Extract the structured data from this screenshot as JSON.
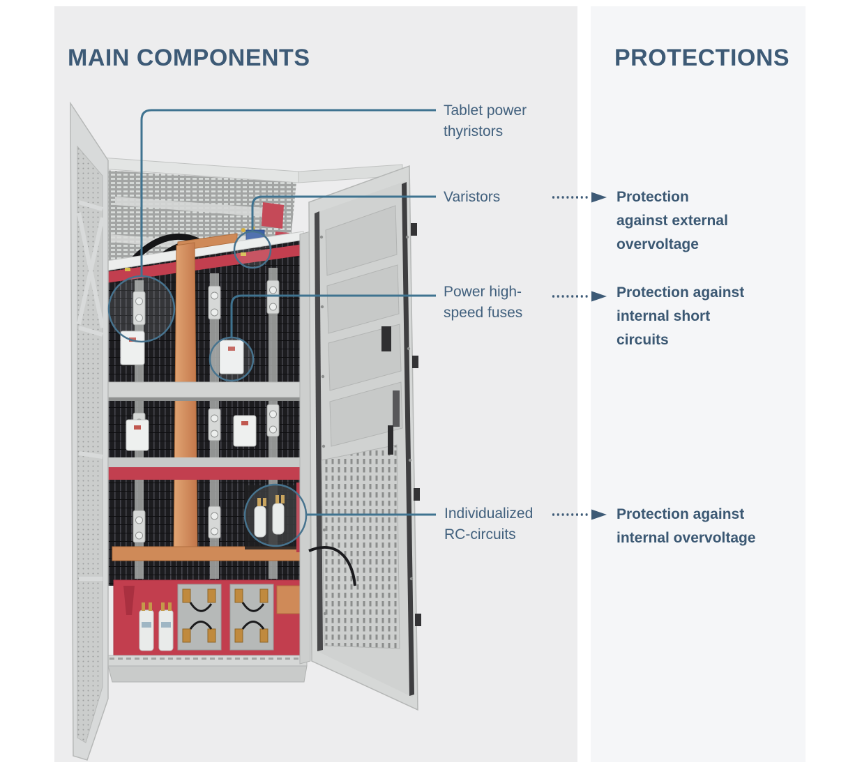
{
  "left_panel": {
    "title": "MAIN COMPONENTS",
    "labels": {
      "thyristors": "Tablet power\nthyristors",
      "varistors": "Varistors",
      "fuses": "Power high-\nspeed fuses",
      "rc_circuits": "Individualized\nRC-circuits"
    }
  },
  "right_panel": {
    "title": "PROTECTIONS",
    "protections": {
      "external_overvoltage": "Protection\nagainst external\novervoltage",
      "short_circuits": "Protection against\ninternal short\ncircuits",
      "internal_overvoltage": "Protection against\ninternal overvoltage"
    }
  },
  "connections": [
    {
      "from": "Varistors",
      "to": "Protection against external overvoltage"
    },
    {
      "from": "Power high-speed fuses",
      "to": "Protection against internal short circuits"
    },
    {
      "from": "Individualized RC-circuits",
      "to": "Protection against internal overvoltage"
    }
  ],
  "icons": [
    {
      "name": "dotted-arrow-icon",
      "glyph": "·········▶"
    }
  ],
  "colors": {
    "left_panel_bg": "#ededee",
    "right_panel_bg": "#f5f6f8",
    "title_text": "#3d5a76",
    "component_label_text": "#41607d",
    "protection_label_text": "#3b5873",
    "callout_line": "#3f7390",
    "arrow": "#3d5a76",
    "cabinet_red": "#c23f4f",
    "cabinet_copper": "#cf8a58",
    "varistor_blue": "#3c60a6"
  }
}
